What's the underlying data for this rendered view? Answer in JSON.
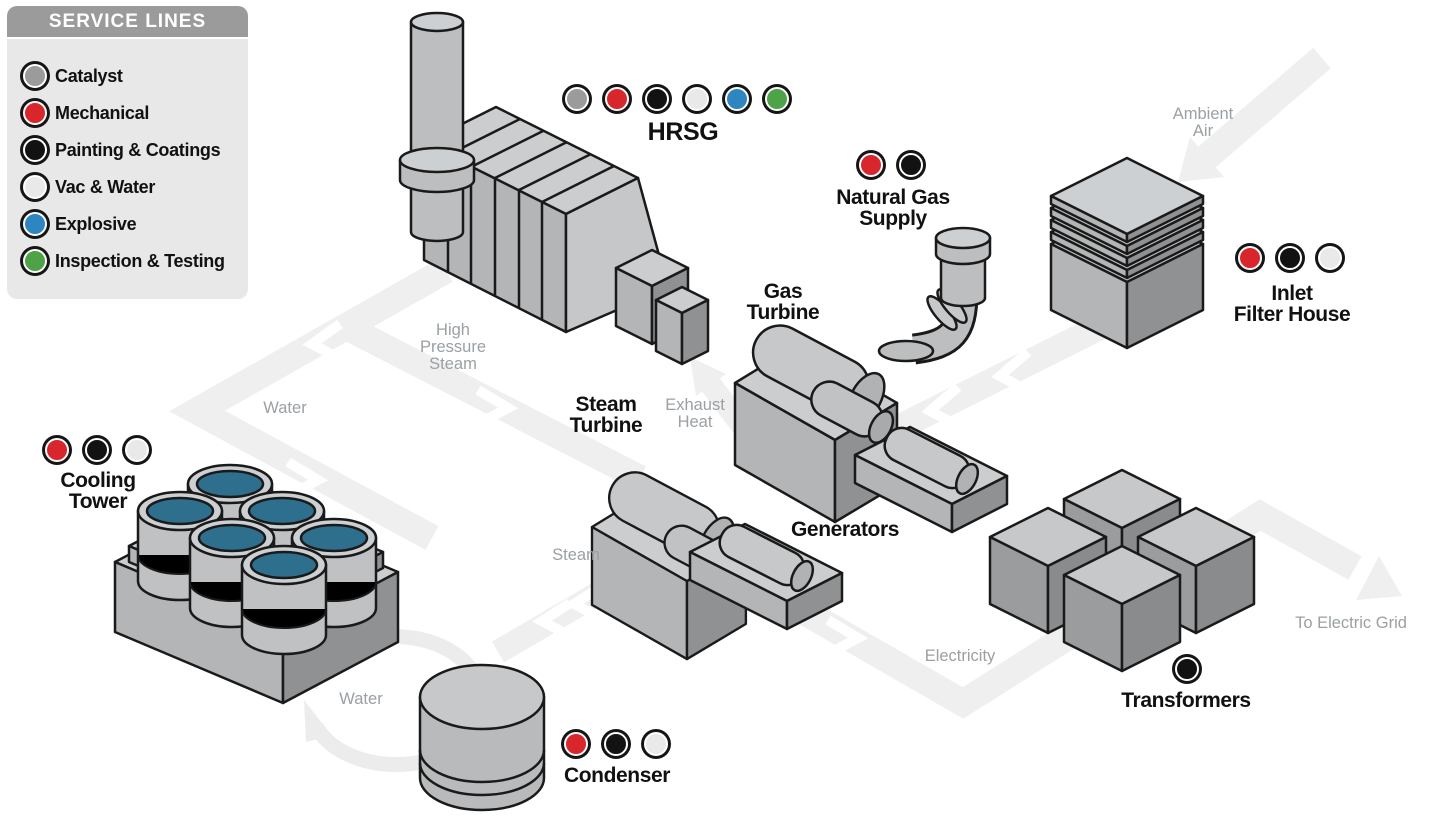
{
  "legend": {
    "title": "SERVICE LINES",
    "items": [
      {
        "key": "catalyst",
        "label": "Catalyst",
        "color": "#9b9b9b"
      },
      {
        "key": "mechanical",
        "label": "Mechanical",
        "color": "#d9262c"
      },
      {
        "key": "painting",
        "label": "Painting & Coatings",
        "color": "#121212"
      },
      {
        "key": "vac",
        "label": "Vac & Water",
        "color": "#e9e9e9"
      },
      {
        "key": "explosive",
        "label": "Explosive",
        "color": "#2e86c0"
      },
      {
        "key": "inspection",
        "label": "Inspection & Testing",
        "color": "#4ea247"
      }
    ]
  },
  "components": {
    "hrsg": {
      "label": "HRSG",
      "services": [
        "Catalyst",
        "Mechanical",
        "Painting & Coatings",
        "Vac & Water",
        "Explosive",
        "Inspection & Testing"
      ],
      "dot_colors": [
        "#9b9b9b",
        "#d9262c",
        "#121212",
        "#e9e9e9",
        "#2e86c0",
        "#4ea247"
      ]
    },
    "natural_gas_supply": {
      "lines": [
        "Natural Gas",
        "Supply"
      ],
      "services": [
        "Mechanical",
        "Painting & Coatings"
      ],
      "dot_colors": [
        "#d9262c",
        "#121212"
      ]
    },
    "inlet_filter_house": {
      "lines": [
        "Inlet",
        "Filter House"
      ],
      "services": [
        "Mechanical",
        "Painting & Coatings",
        "Vac & Water"
      ],
      "dot_colors": [
        "#d9262c",
        "#121212",
        "#e9e9e9"
      ]
    },
    "gas_turbine": {
      "lines": [
        "Gas",
        "Turbine"
      ],
      "services": [],
      "dot_colors": []
    },
    "steam_turbine": {
      "lines": [
        "Steam",
        "Turbine"
      ],
      "services": [],
      "dot_colors": []
    },
    "generators": {
      "label": "Generators",
      "services": [],
      "dot_colors": []
    },
    "cooling_tower": {
      "lines": [
        "Cooling",
        "Tower"
      ],
      "services": [
        "Mechanical",
        "Painting & Coatings",
        "Vac & Water"
      ],
      "dot_colors": [
        "#d9262c",
        "#121212",
        "#e9e9e9"
      ]
    },
    "condenser": {
      "label": "Condenser",
      "services": [
        "Mechanical",
        "Painting & Coatings",
        "Vac & Water"
      ],
      "dot_colors": [
        "#d9262c",
        "#121212",
        "#e9e9e9"
      ]
    },
    "transformers": {
      "label": "Transformers",
      "services": [
        "Painting & Coatings"
      ],
      "dot_colors": [
        "#121212"
      ]
    }
  },
  "flows": {
    "ambient_air": {
      "lines": [
        "Ambient",
        "Air"
      ]
    },
    "high_pressure_steam": {
      "lines": [
        "High",
        "Pressure",
        "Steam"
      ]
    },
    "water_upper": {
      "label": "Water"
    },
    "exhaust_heat": {
      "lines": [
        "Exhaust",
        "Heat"
      ]
    },
    "steam": {
      "label": "Steam"
    },
    "water_lower": {
      "label": "Water"
    },
    "electricity": {
      "label": "Electricity"
    },
    "to_electric_grid": {
      "label": "To Electric Grid"
    }
  },
  "colors": {
    "arrow_band": "#efefef",
    "structure_top": "#cbcdcf",
    "structure_mid": "#b3b5b7",
    "structure_dark": "#8f9193",
    "outline": "#1a1a1a",
    "water": "#2e6f8e",
    "flow_text": "#9aa0a4"
  }
}
